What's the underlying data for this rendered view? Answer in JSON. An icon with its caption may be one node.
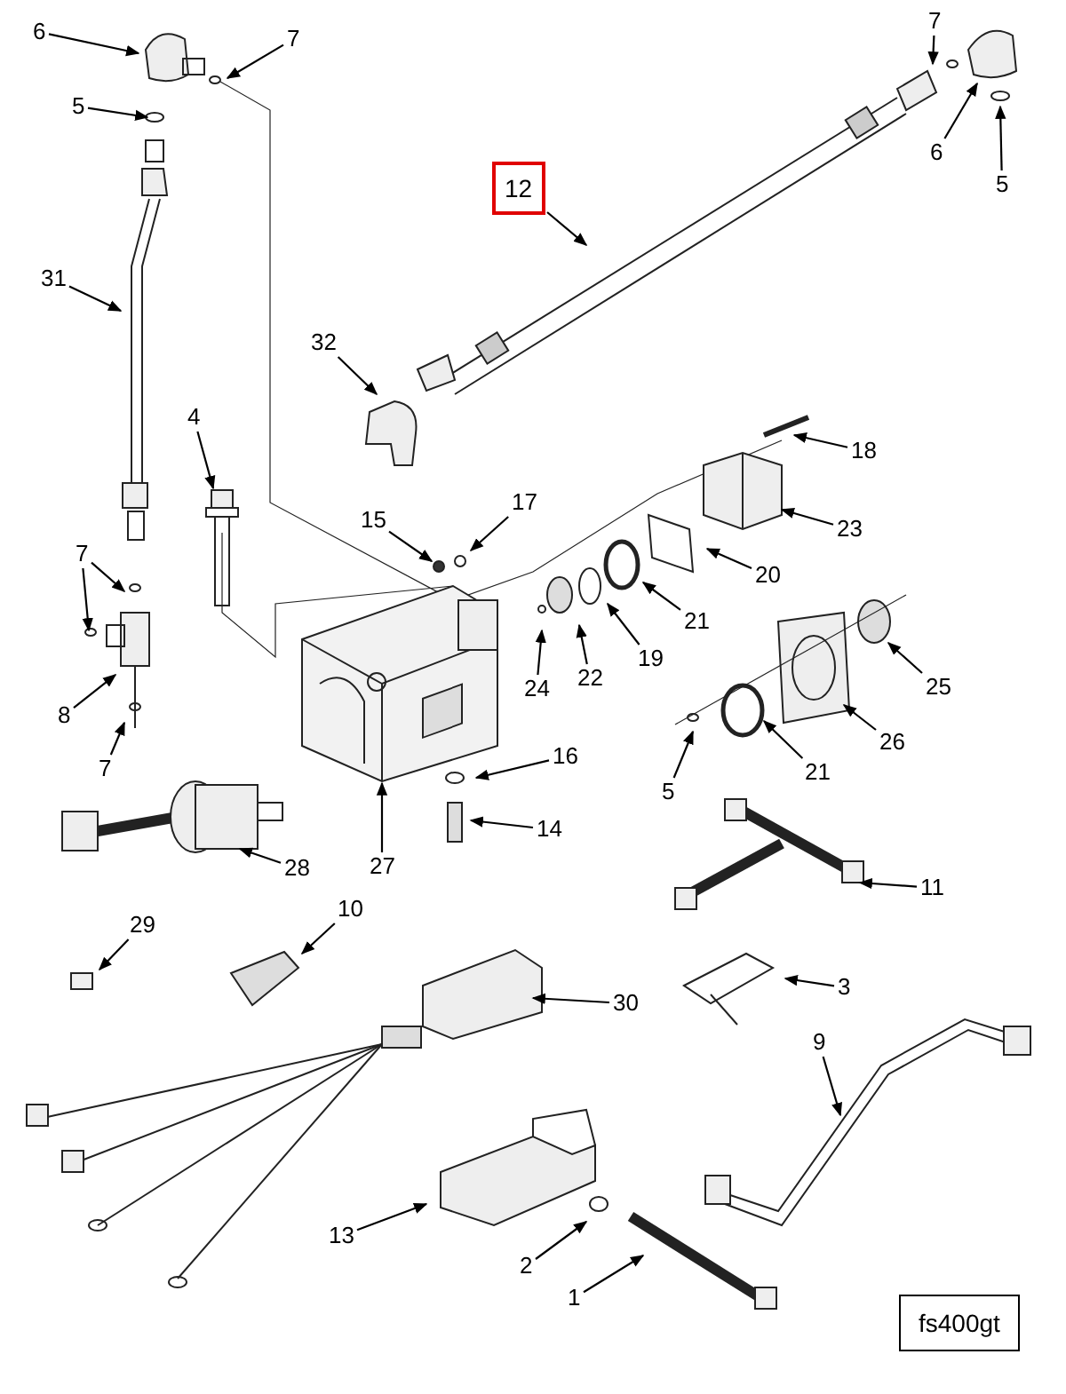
{
  "diagram": {
    "nodes": [
      {
        "text": [
          "6"
        ]
      },
      {
        "text": [
          "7"
        ]
      },
      {
        "text": [
          "5"
        ]
      },
      {
        "text": [
          "31"
        ]
      },
      {
        "text": [
          "32"
        ]
      },
      {
        "text": [
          "12"
        ]
      },
      {
        "text": [
          "7"
        ]
      },
      {
        "text": [
          "6"
        ]
      },
      {
        "text": [
          "5"
        ]
      },
      {
        "text": [
          "4"
        ]
      },
      {
        "text": [
          "18"
        ]
      },
      {
        "text": [
          "15"
        ]
      },
      {
        "text": [
          "17"
        ]
      },
      {
        "text": [
          "23"
        ]
      },
      {
        "text": [
          "20"
        ]
      },
      {
        "text": [
          "21"
        ]
      },
      {
        "text": [
          "7"
        ]
      },
      {
        "text": [
          "24"
        ]
      },
      {
        "text": [
          "22"
        ]
      },
      {
        "text": [
          "19"
        ]
      },
      {
        "text": [
          "8"
        ]
      },
      {
        "text": [
          "7"
        ]
      },
      {
        "text": [
          "25"
        ]
      },
      {
        "text": [
          "26"
        ]
      },
      {
        "text": [
          "21"
        ]
      },
      {
        "text": [
          "5"
        ]
      },
      {
        "text": [
          "16"
        ]
      },
      {
        "text": [
          "27"
        ]
      },
      {
        "text": [
          "14"
        ]
      },
      {
        "text": [
          "28"
        ]
      },
      {
        "text": [
          "11"
        ]
      },
      {
        "text": [
          "29"
        ]
      },
      {
        "text": [
          "10"
        ]
      },
      {
        "text": [
          "3"
        ]
      },
      {
        "text": [
          "30"
        ]
      },
      {
        "text": [
          "9"
        ]
      },
      {
        "text": [
          "13"
        ]
      },
      {
        "text": [
          "2"
        ]
      },
      {
        "text": [
          "1"
        ]
      },
      {
        "text": [
          "fs400gt"
        ]
      }
    ],
    "edges": [
      {
        "from": 0,
        "to": null,
        "arrow": "to"
      },
      {
        "from": 1,
        "to": null,
        "arrow": "to"
      },
      {
        "from": 2,
        "to": null,
        "arrow": "to"
      },
      {
        "from": 3,
        "to": null,
        "arrow": "to"
      },
      {
        "from": 4,
        "to": null,
        "arrow": "to"
      },
      {
        "from": 5,
        "to": null,
        "arrow": "to"
      },
      {
        "from": 6,
        "to": null,
        "arrow": "to"
      },
      {
        "from": 7,
        "to": null,
        "arrow": "to"
      },
      {
        "from": 8,
        "to": null,
        "arrow": "to"
      },
      {
        "from": 9,
        "to": null,
        "arrow": "to"
      },
      {
        "from": 10,
        "to": null,
        "arrow": "to"
      },
      {
        "from": 11,
        "to": null,
        "arrow": "to"
      },
      {
        "from": 12,
        "to": null,
        "arrow": "to"
      },
      {
        "from": 13,
        "to": null,
        "arrow": "to"
      },
      {
        "from": 14,
        "to": null,
        "arrow": "to"
      },
      {
        "from": 15,
        "to": null,
        "arrow": "to"
      },
      {
        "from": 16,
        "to": null,
        "arrow": "to"
      },
      {
        "from": 16,
        "to": null,
        "arrow": "to"
      },
      {
        "from": 17,
        "to": null,
        "arrow": "to"
      },
      {
        "from": 18,
        "to": null,
        "arrow": "to"
      },
      {
        "from": 19,
        "to": null,
        "arrow": "to"
      },
      {
        "from": 20,
        "to": null,
        "arrow": "to"
      },
      {
        "from": 21,
        "to": null,
        "arrow": "to"
      },
      {
        "from": 22,
        "to": null,
        "arrow": "to"
      },
      {
        "from": 23,
        "to": null,
        "arrow": "to"
      },
      {
        "from": 24,
        "to": null,
        "arrow": "to"
      },
      {
        "from": 25,
        "to": null,
        "arrow": "to"
      },
      {
        "from": 26,
        "to": null,
        "arrow": "to"
      },
      {
        "from": 27,
        "to": null,
        "arrow": "to"
      },
      {
        "from": 28,
        "to": null,
        "arrow": "to"
      },
      {
        "from": 29,
        "to": null,
        "arrow": "to"
      },
      {
        "from": 30,
        "to": null,
        "arrow": "to"
      },
      {
        "from": 31,
        "to": null,
        "arrow": "to"
      },
      {
        "from": 32,
        "to": null,
        "arrow": "to"
      },
      {
        "from": 33,
        "to": null,
        "arrow": "to"
      },
      {
        "from": 34,
        "to": null,
        "arrow": "to"
      },
      {
        "from": 35,
        "to": null,
        "arrow": "to"
      },
      {
        "from": 36,
        "to": null,
        "arrow": "to"
      },
      {
        "from": 37,
        "to": null,
        "arrow": "to"
      },
      {
        "from": 38,
        "to": null,
        "arrow": "to"
      }
    ]
  }
}
